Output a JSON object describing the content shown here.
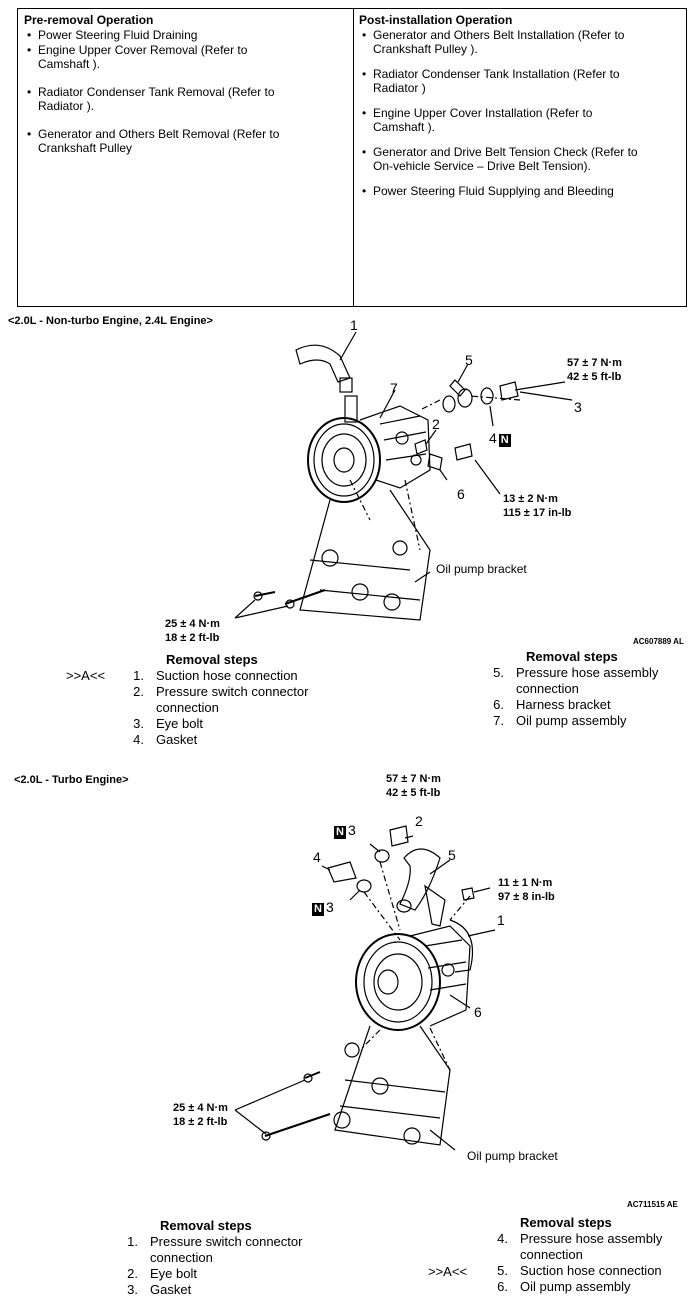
{
  "pre_removal": {
    "heading": "Pre-removal Operation",
    "items": [
      "Power Steering Fluid Draining",
      "Engine Upper Cover Removal (Refer to Camshaft ).",
      "Radiator Condenser Tank Removal (Refer to Radiator ).",
      "Generator and Others Belt Removal (Refer to Crankshaft Pulley"
    ]
  },
  "post_installation": {
    "heading": "Post-installation Operation",
    "items": [
      "Generator and Others Belt Installation (Refer to Crankshaft Pulley ).",
      "Radiator Condenser Tank Installation (Refer to Radiator )",
      "Engine Upper Cover Installation (Refer to Camshaft ).",
      "Generator and Drive Belt Tension Check (Refer to On-vehicle Service – Drive Belt Tension).",
      "Power Steering Fluid Supplying and Bleeding"
    ]
  },
  "section1": {
    "title": "<2.0L - Non-turbo Engine, 2.4L Engine>",
    "callouts": [
      "1",
      "2",
      "3",
      "4",
      "5",
      "6",
      "7"
    ],
    "n_mark": "N",
    "torque_a": [
      "57 ± 7 N·m",
      "42 ± 5 ft-lb"
    ],
    "torque_b": [
      "13 ± 2 N·m",
      "115 ± 17 in-lb"
    ],
    "torque_c": [
      "25 ± 4 N·m",
      "18 ± 2 ft-lb"
    ],
    "bracket_label": "Oil pump bracket",
    "figure_code": "AC607889 AL",
    "marker": ">>A<<",
    "left_heading": "Removal steps",
    "left_steps": [
      {
        "n": "1.",
        "t": "Suction hose connection"
      },
      {
        "n": "2.",
        "t": "Pressure switch connector connection"
      },
      {
        "n": "3.",
        "t": "Eye bolt"
      },
      {
        "n": "4.",
        "t": "Gasket"
      }
    ],
    "right_heading": "Removal steps",
    "right_steps": [
      {
        "n": "5.",
        "t": "Pressure hose assembly connection"
      },
      {
        "n": "6.",
        "t": "Harness bracket"
      },
      {
        "n": "7.",
        "t": "Oil pump assembly"
      }
    ]
  },
  "section2": {
    "title": "<2.0L - Turbo Engine>",
    "callouts": [
      "1",
      "2",
      "3",
      "3",
      "4",
      "5",
      "6"
    ],
    "n_mark": "N",
    "torque_a": [
      "57 ± 7 N·m",
      "42 ± 5 ft-lb"
    ],
    "torque_b": [
      "11 ± 1 N·m",
      "97 ± 8 in-lb"
    ],
    "torque_c": [
      "25 ± 4 N·m",
      "18 ± 2 ft-lb"
    ],
    "bracket_label": "Oil pump bracket",
    "figure_code": "AC711515 AE",
    "marker": ">>A<<",
    "left_heading": "Removal steps",
    "left_steps": [
      {
        "n": "1.",
        "t": "Pressure switch connector connection"
      },
      {
        "n": "2.",
        "t": "Eye bolt"
      },
      {
        "n": "3.",
        "t": "Gasket"
      }
    ],
    "right_heading": "Removal steps",
    "right_steps": [
      {
        "n": "4.",
        "t": "Pressure hose assembly connection"
      },
      {
        "n": "5.",
        "t": "Suction hose connection"
      },
      {
        "n": "6.",
        "t": "Oil pump assembly"
      }
    ]
  }
}
